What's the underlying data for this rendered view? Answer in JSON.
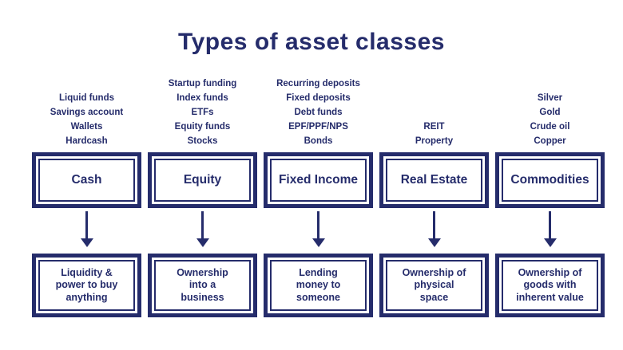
{
  "title": "Types of asset classes",
  "colors": {
    "navy": "#252c6b",
    "background": "#ffffff"
  },
  "columns": [
    {
      "examples": [
        "Liquid funds",
        "Savings account",
        "Wallets",
        "Hardcash"
      ],
      "label": "Cash",
      "description_lines": [
        "Liquidity &",
        "power to buy",
        "anything"
      ]
    },
    {
      "examples": [
        "Startup funding",
        "Index funds",
        "ETFs",
        "Equity funds",
        "Stocks"
      ],
      "label": "Equity",
      "description_lines": [
        "Ownership",
        "into a",
        "business"
      ]
    },
    {
      "examples": [
        "Recurring deposits",
        "Fixed deposits",
        "Debt funds",
        "EPF/PPF/NPS",
        "Bonds"
      ],
      "label": "Fixed Income",
      "description_lines": [
        "Lending",
        "money to",
        "someone"
      ]
    },
    {
      "examples": [
        "REIT",
        "Property"
      ],
      "label": "Real Estate",
      "description_lines": [
        "Ownership of",
        "physical",
        "space"
      ]
    },
    {
      "examples": [
        "Silver",
        "Gold",
        "Crude oil",
        "Copper"
      ],
      "label": "Commodities",
      "description_lines": [
        "Ownership of",
        "goods with",
        "inherent value"
      ]
    }
  ]
}
